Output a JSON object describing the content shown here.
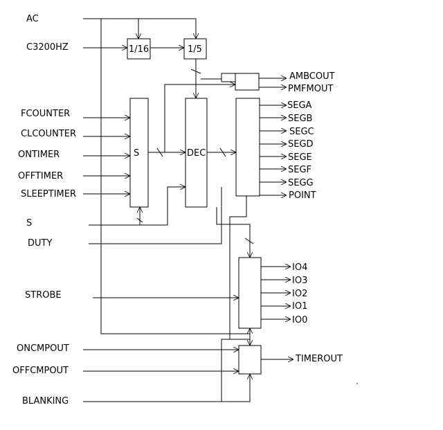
{
  "inputs": {
    "ac": "AC",
    "c3200hz": "C3200HZ",
    "fcounter": "FCOUNTER",
    "clcounter": "CLCOUNTER",
    "ontimer": "ONTIMER",
    "offtimer": "OFFTIMER",
    "sleeptimer": "SLEEPTIMER",
    "s": "S",
    "duty": "DUTY",
    "strobe": "STROBE",
    "oncmpout": "ONCMPOUT",
    "offcmpout": "OFFCMPOUT",
    "blanking": "BLANKING"
  },
  "blocks": {
    "div16": "1/16",
    "div5": "1/5",
    "selector": "S",
    "decoder": "DEC"
  },
  "outputs": {
    "ambcout": "AMBCOUT",
    "pmfmout": "PMFMOUT",
    "sega": "SEGA",
    "segb": "SEGB",
    "segc": "SEGC",
    "segd": "SEGD",
    "sege": "SEGE",
    "segf": "SEGF",
    "segg": "SEGG",
    "point": "POINT",
    "io4": "IO4",
    "io3": "IO3",
    "io2": "IO2",
    "io1": "IO1",
    "io0": "IO0",
    "timeout": "TIMEROUT"
  }
}
